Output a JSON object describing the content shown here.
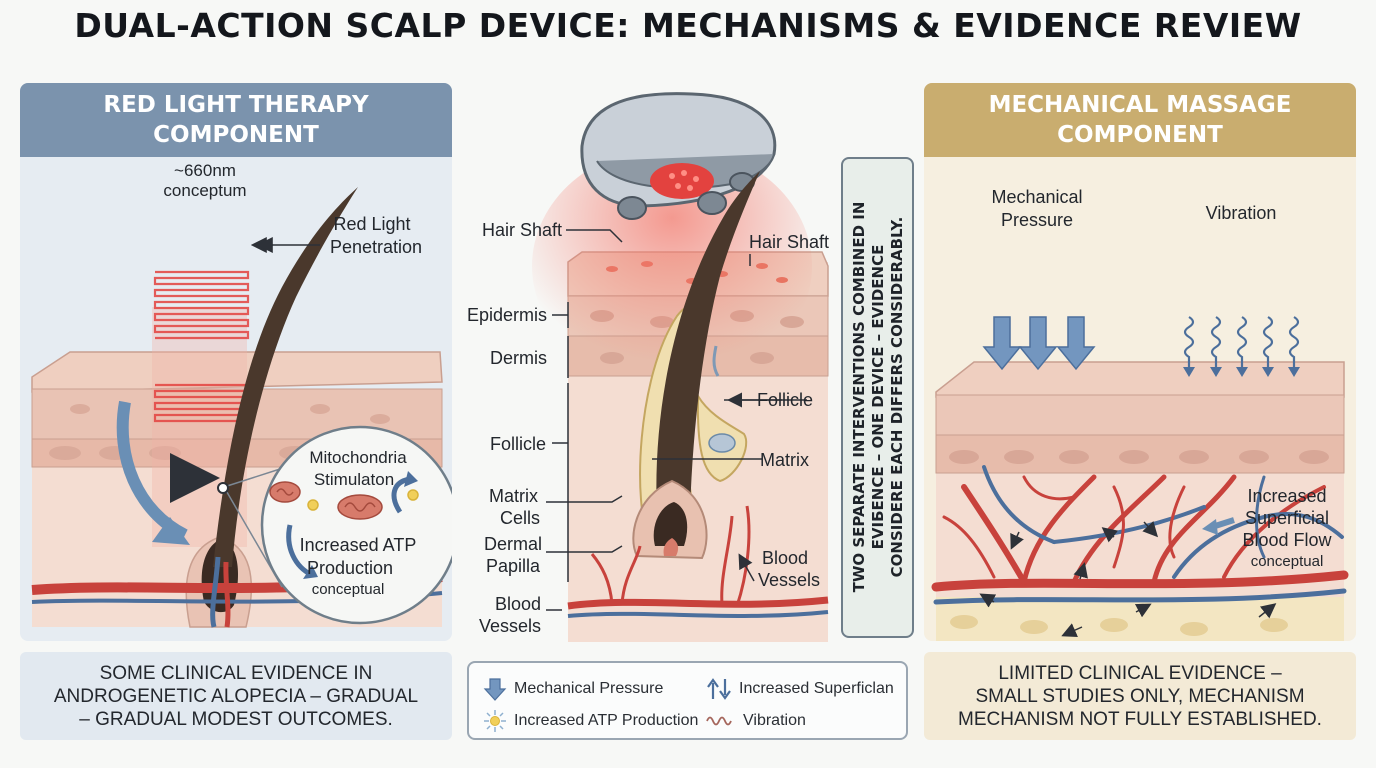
{
  "title": "DUAL-ACTION SCALP DEVICE: MECHANISMS & EVIDENCE REVIEW",
  "left_panel": {
    "header": "RED LIGHT THERAPY\nCOMPONENT",
    "wavelength_line1": "~660nm",
    "wavelength_line2": "conceptum",
    "red_light_line1": "Red Light",
    "red_light_line2": "Penetration",
    "mito_line1": "Mitochondria",
    "mito_line2": "Stimulaton",
    "atp_line1": "Increased ATP",
    "atp_line2": "Production",
    "atp_line3": "conceptual",
    "evidence": "SOME CLINICAL EVIDENCE IN\nANDROGENETIC ALOPECIA –  GRADUAL\n– GRADUAL MODEST OUTCOMES."
  },
  "center_panel": {
    "labels": {
      "hair_shaft_left": "Hair Shaft",
      "hair_shaft_right": "Hair Shaft",
      "epidermis": "Epidermis",
      "dermis": "Dermis",
      "follicle_left": "Follicle",
      "follicle_right": "Follicle",
      "matrix": "Matrix",
      "matrix_cells_line1": "Matrix",
      "matrix_cells_line2": "Cells",
      "dermal_papilla_line1": "Dermal",
      "dermal_papilla_line2": "Papilla",
      "blood_vessels_left_line1": "Blood",
      "blood_vessels_left_line2": "Vessels",
      "blood_vessels_right_line1": "Blood",
      "blood_vessels_right_line2": "Vessels"
    }
  },
  "vertical_note": {
    "line1": "TWO SEPARATE INTERVENTIONS COMBINED IN",
    "line2": "EVIƂENCE – ONE DEVICE – EVIDENCE",
    "line3": "CONSIDERE EACH DIFFERS CONSIDERABLY."
  },
  "right_panel": {
    "header": "MECHANICAL MASSAGE\nCOMPONENT",
    "pressure_line1": "Mechanical",
    "pressure_line2": "Pressure",
    "vibration": "Vibration",
    "blood_flow_line1": "Increased",
    "blood_flow_line2": "Superficial",
    "blood_flow_line3": "Blood Flow",
    "blood_flow_line4": "conceptual",
    "evidence": "LIMITED CLINICAL EVIDENCE –\nSMALL STUDIES ONLY, MECHANISM\nMECHANISM NOT FULLY ESTABLISHED."
  },
  "legend": {
    "items": [
      {
        "icon": "down-arrow-icon",
        "label": "Mechanical Pressure"
      },
      {
        "icon": "updown-arrows-icon",
        "label": "Increased Superficlan"
      },
      {
        "icon": "atp-burst-icon",
        "label": "Increased ATP Production"
      },
      {
        "icon": "wave-icon",
        "label": "Vibration"
      }
    ]
  },
  "colors": {
    "red_header": "#7b93ad",
    "massage_header": "#c9ad6f",
    "red_light": "#e3423f",
    "vein": "#4c6f9c",
    "artery": "#c8423c",
    "skin": "#efcfc0"
  }
}
